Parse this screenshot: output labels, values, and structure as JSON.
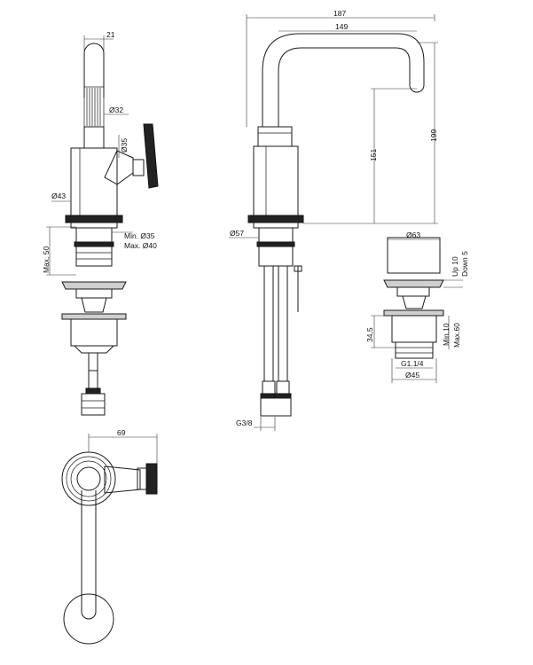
{
  "dimensions": {
    "front_handle_width": "21",
    "front_grip_diameter": "Ø32",
    "front_lever_diameter": "Ø35",
    "front_body_diameter": "Ø43",
    "front_min_diameter": "Min. Ø35",
    "front_max_diameter": "Max. Ø40",
    "front_max_depth": "Max. 50",
    "side_total_reach": "187",
    "side_inner_reach": "149",
    "side_total_height": "199",
    "side_spout_height": "151",
    "side_base_diameter": "Ø57",
    "side_hose_thread": "G3/8",
    "waste_top_diameter": "Ø63",
    "waste_up": "Up 10",
    "waste_down": "Down 5",
    "waste_height": "34,5",
    "waste_min": "Min.10",
    "waste_max": "Max.60",
    "waste_thread": "G1.1/4",
    "waste_bottom_diameter": "Ø45",
    "top_view_width": "69"
  }
}
